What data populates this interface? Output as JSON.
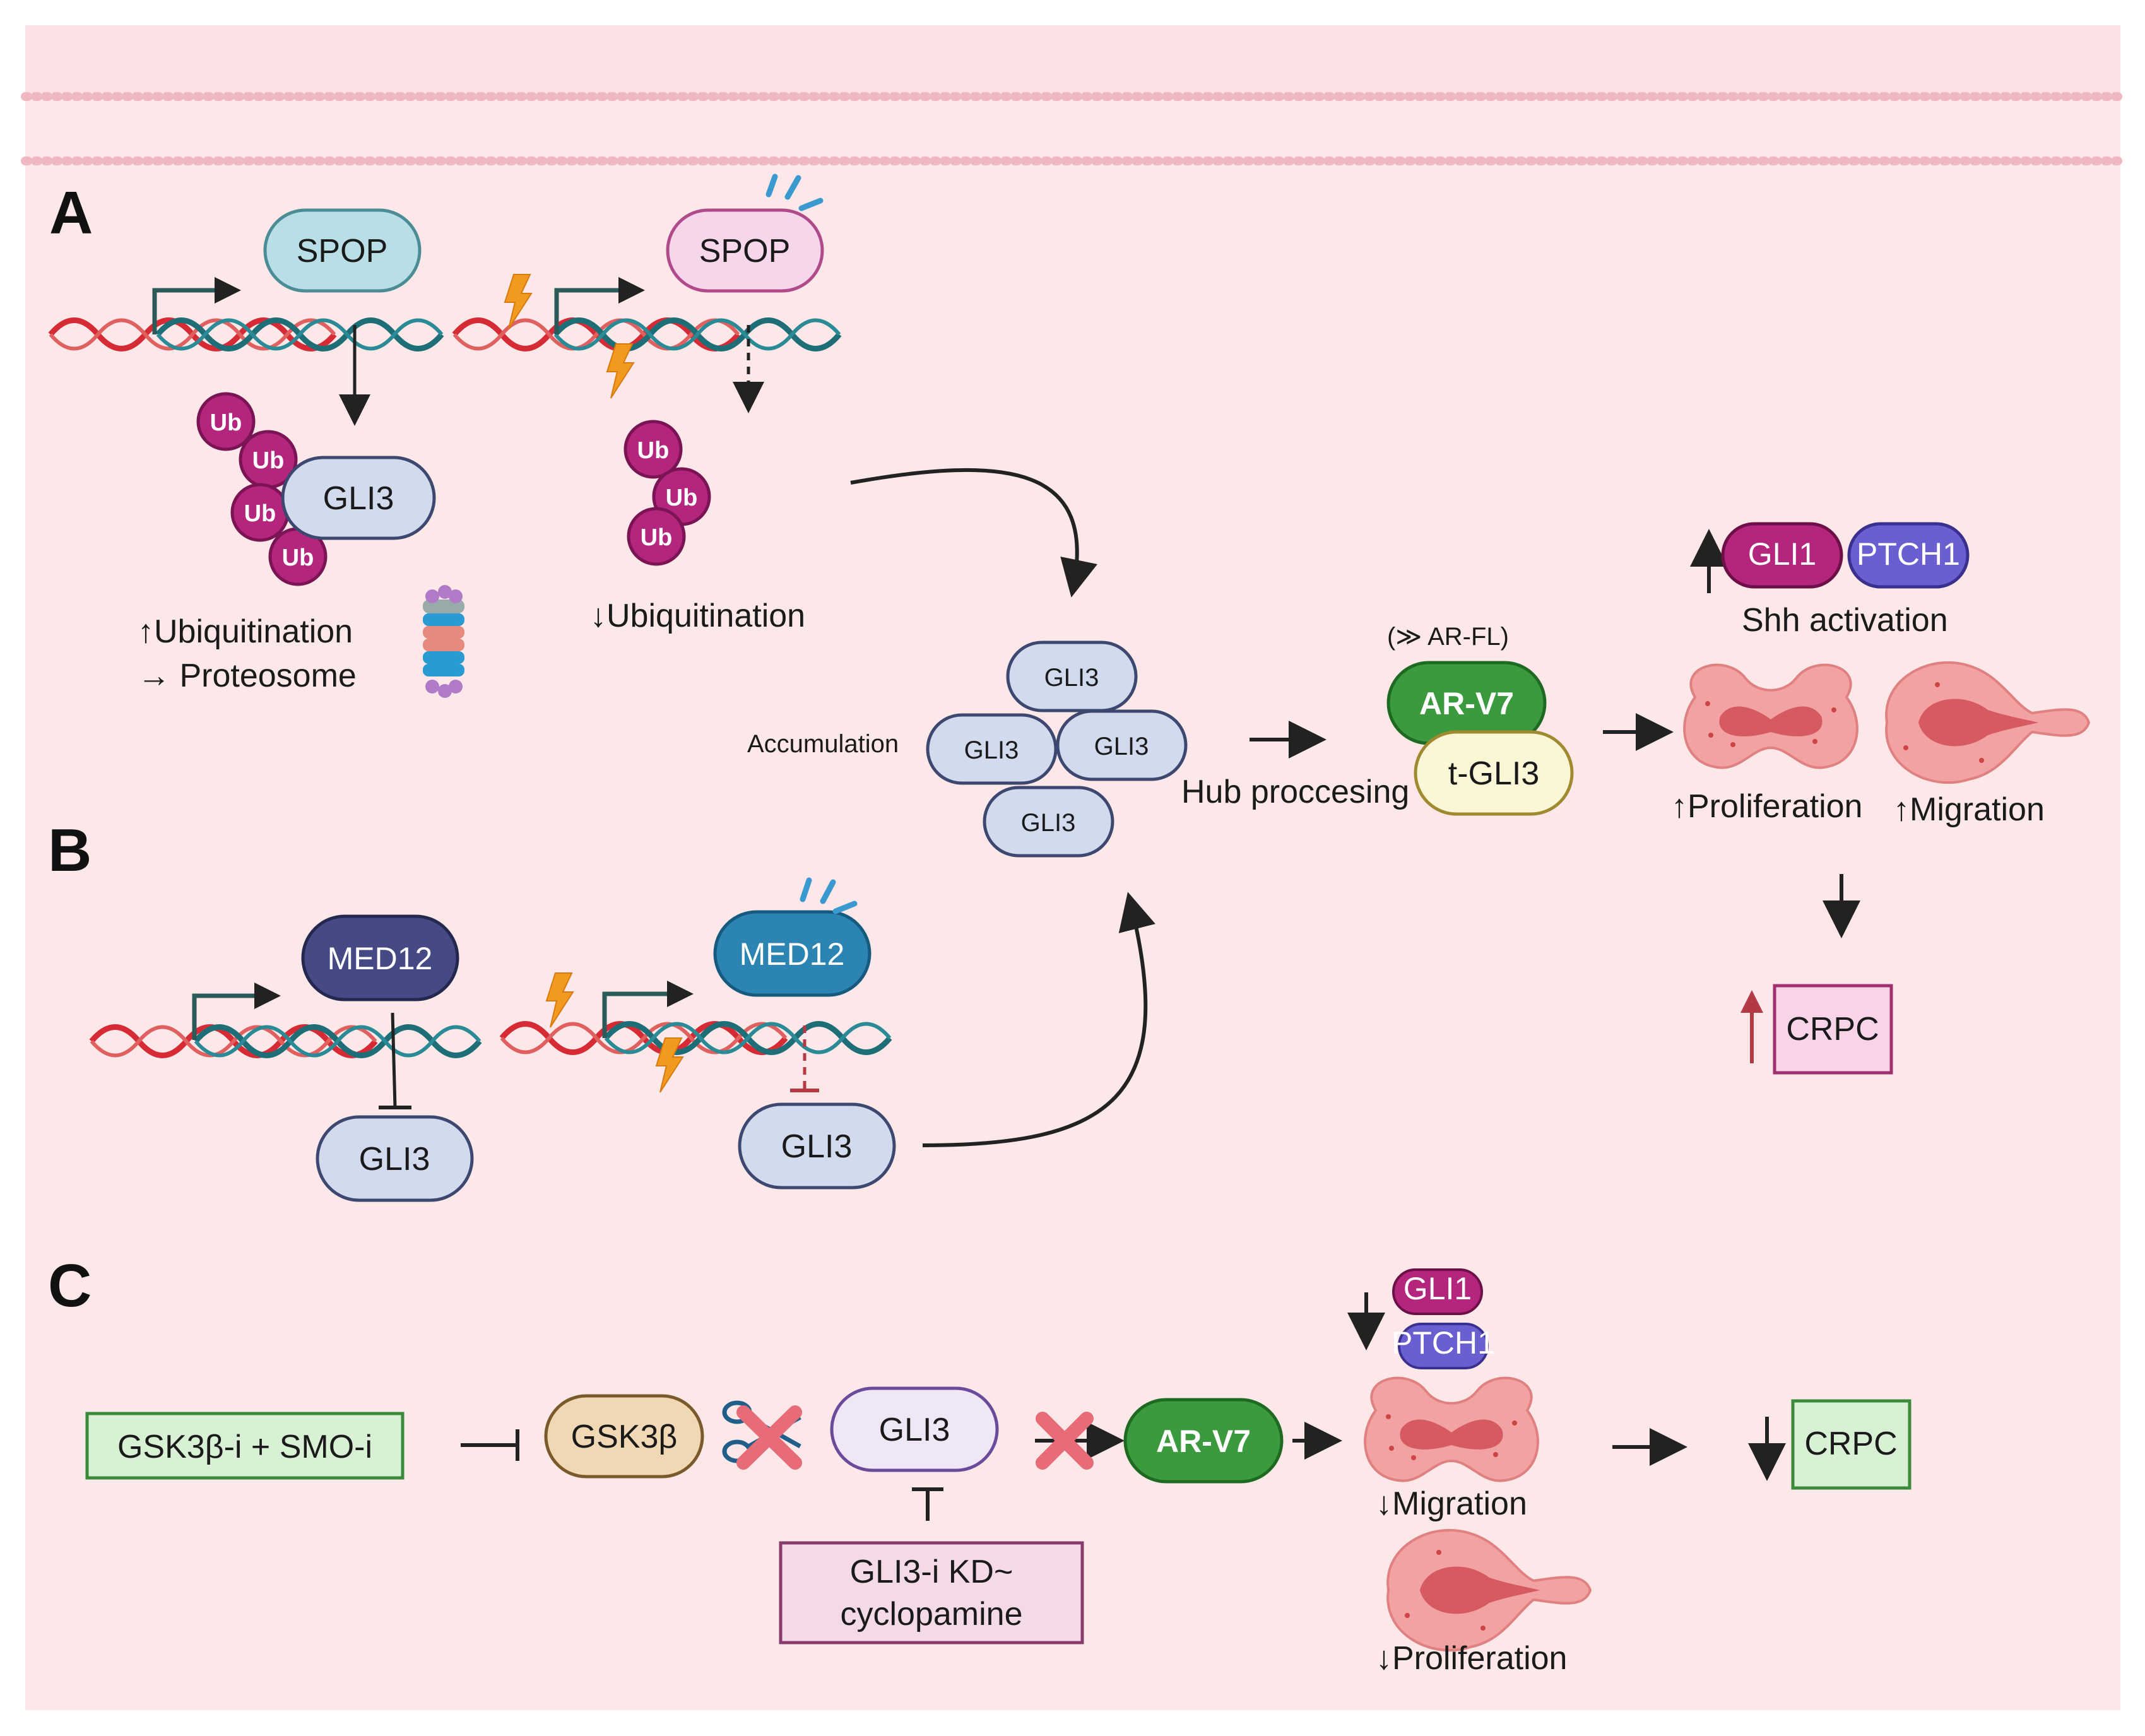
{
  "panels": {
    "a": "A",
    "b": "B",
    "c": "C"
  },
  "panel_a": {
    "spop_normal": "SPOP",
    "spop_mutant": "SPOP",
    "ub": "Ub",
    "gli3": "GLI3",
    "ubiquitination_up": "↑Ubiquitination",
    "proteosome": "→ Proteosome",
    "ubiquitination_down": "↓Ubiquitination"
  },
  "accumulation": {
    "label": "Accumulation",
    "gli3": "GLI3"
  },
  "hub": {
    "label": "Hub proccesing",
    "arfl_note": "(≫ AR-FL)",
    "arv7": "AR-V7",
    "tgli3": "t-GLI3"
  },
  "shh": {
    "gli1": "GLI1",
    "ptch1": "PTCH1",
    "label": "Shh activation",
    "proliferation": "↑Proliferation",
    "migration": "↑Migration",
    "crpc": "CRPC"
  },
  "panel_b": {
    "med12_normal": "MED12",
    "med12_mutant": "MED12",
    "gli3_normal": "GLI3",
    "gli3_mutant": "GLI3"
  },
  "panel_c": {
    "inhibitors": "GSK3β-i + SMO-i",
    "gsk3b": "GSK3β",
    "gli3": "GLI3",
    "gli3i_line1": "GLI3-i KD~",
    "gli3i_line2": "cyclopamine",
    "arv7": "AR-V7",
    "gli1": "GLI1",
    "ptch1": "PTCH1",
    "migration": "↓Migration",
    "proliferation": "↓Proliferation",
    "crpc": "CRPC"
  },
  "colors": {
    "background": "#fce8e8",
    "header": "#fbe1e3",
    "gli3_fill": "#d2daee",
    "spop_normal": "#b7dfe5",
    "spop_mutant": "#f6d6ea",
    "ub": "#b4257d",
    "med12_normal": "#454a85",
    "med12_mutant": "#2c84b2",
    "arv7": "#3a9a3d",
    "tgli3": "#fbf6d5",
    "gli1": "#b4257d",
    "ptch1": "#6a5fd0",
    "crpc_up": "#f8d4e8",
    "crpc_down": "#d8f1d5",
    "gsk3b": "#f1d8b4",
    "red_x": "#e86b78",
    "cell": "#f09a9a"
  }
}
